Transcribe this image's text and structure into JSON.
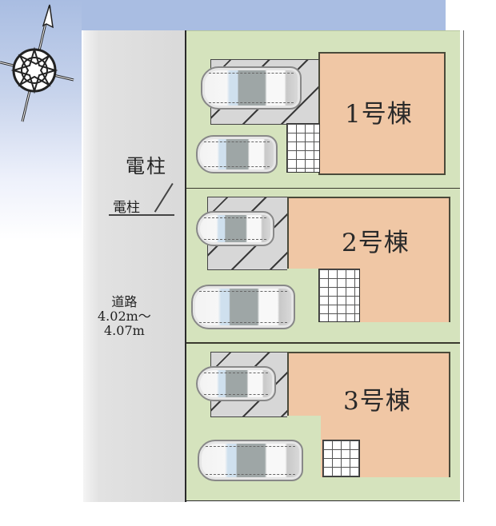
{
  "diagram": {
    "type": "site_plan",
    "compass": {
      "icon": "north-arrow-compass-icon",
      "direction": "north-up-tilted"
    },
    "road": {
      "label_line1": "道路",
      "label_line2": "4.02m～",
      "label_line3": "4.07m"
    },
    "utility_pole": {
      "label_large": "電柱",
      "label_small": "電柱"
    },
    "lots": [
      {
        "id": 1,
        "label": "1号棟",
        "parking_spaces": 2
      },
      {
        "id": 2,
        "label": "2号棟",
        "parking_spaces": 2
      },
      {
        "id": 3,
        "label": "3号棟",
        "parking_spaces": 2
      }
    ],
    "colors": {
      "sky": "#a9bde2",
      "road": "#d9d9d9",
      "lot_green": "#d5e3bd",
      "house_peach": "#f0c7a5",
      "outline": "#3a3a2e"
    }
  }
}
